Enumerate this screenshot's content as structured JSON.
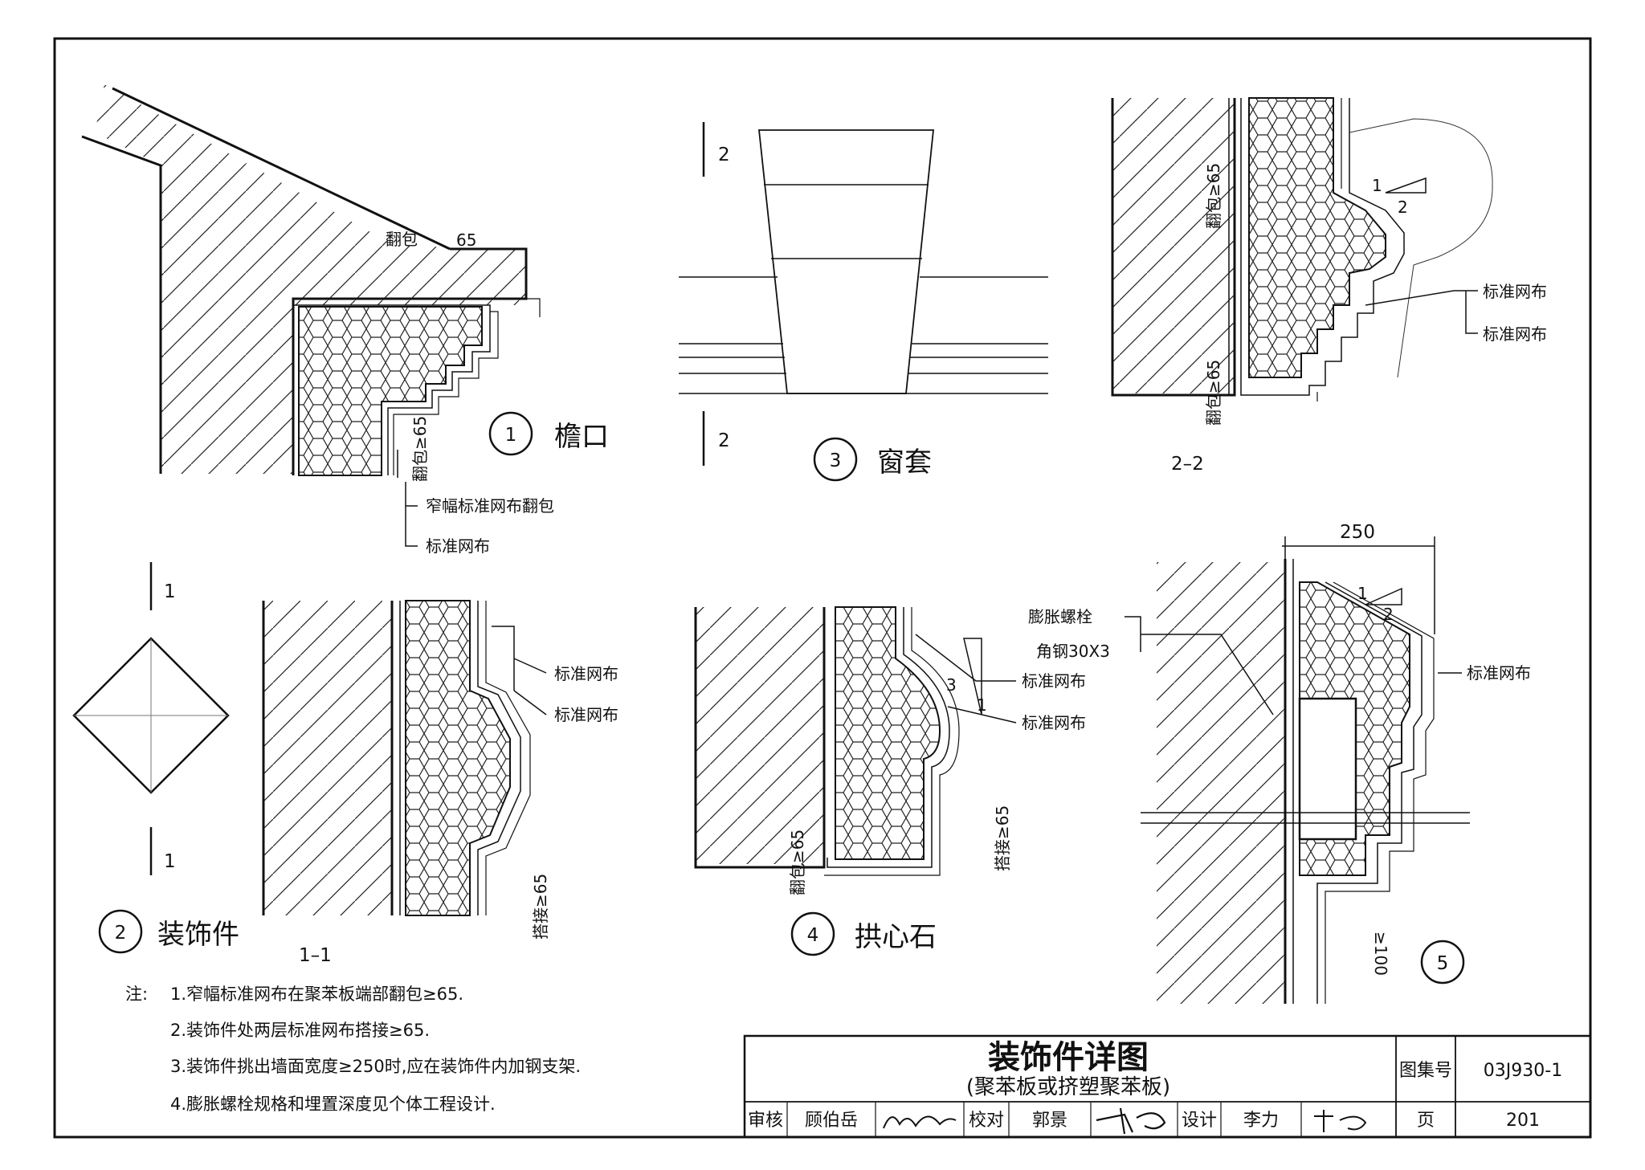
{
  "details": {
    "d1": {
      "number": "1",
      "name": "檐口",
      "dim": "65",
      "wrap": "翻包",
      "wrap_dim": "翻包≥65",
      "callouts": [
        "窄幅标准网布翻包",
        "标准网布"
      ]
    },
    "d2": {
      "number": "2",
      "name": "装饰件",
      "section_mark": "1",
      "section_title": "1–1",
      "callouts": [
        "标准网布",
        "标准网布"
      ],
      "lap": "搭接≥65"
    },
    "d3": {
      "number": "3",
      "name": "窗套",
      "section_mark": "2",
      "section_title": "2–2",
      "callouts": [
        "标准网布",
        "标准网布"
      ],
      "wrap_top": "翻包≥65",
      "wrap_bottom": "翻包≥65",
      "slope_a": "1",
      "slope_b": "2"
    },
    "d4": {
      "number": "4",
      "name": "拱心石",
      "callouts": [
        "标准网布",
        "标准网布"
      ],
      "wrap": "翻包≥65",
      "lap": "搭接≥65",
      "slope_a": "3",
      "slope_b": "1"
    },
    "d5": {
      "number": "5",
      "width": "250",
      "slope_a": "1",
      "slope_b": "2",
      "callouts": [
        "膨胀螺栓",
        "角钢30X3",
        "标准网布"
      ],
      "embed": "≥100"
    }
  },
  "notes": {
    "prefix": "注:",
    "items": [
      "1.窄幅标准网布在聚苯板端部翻包≥65.",
      "2.装饰件处两层标准网布搭接≥65.",
      "3.装饰件挑出墙面宽度≥250时,应在装饰件内加钢支架.",
      "4.膨胀螺栓规格和埋置深度见个体工程设计."
    ]
  },
  "title_block": {
    "title": "装饰件详图",
    "subtitle": "(聚苯板或挤塑聚苯板)",
    "atlas_label": "图集号",
    "atlas_no": "03J930-1",
    "page_label": "页",
    "page_no": "201",
    "review_label": "审核",
    "reviewer": "顾伯岳",
    "check_label": "校对",
    "checker": "郭景",
    "design_label": "设计",
    "designer": "李力"
  }
}
